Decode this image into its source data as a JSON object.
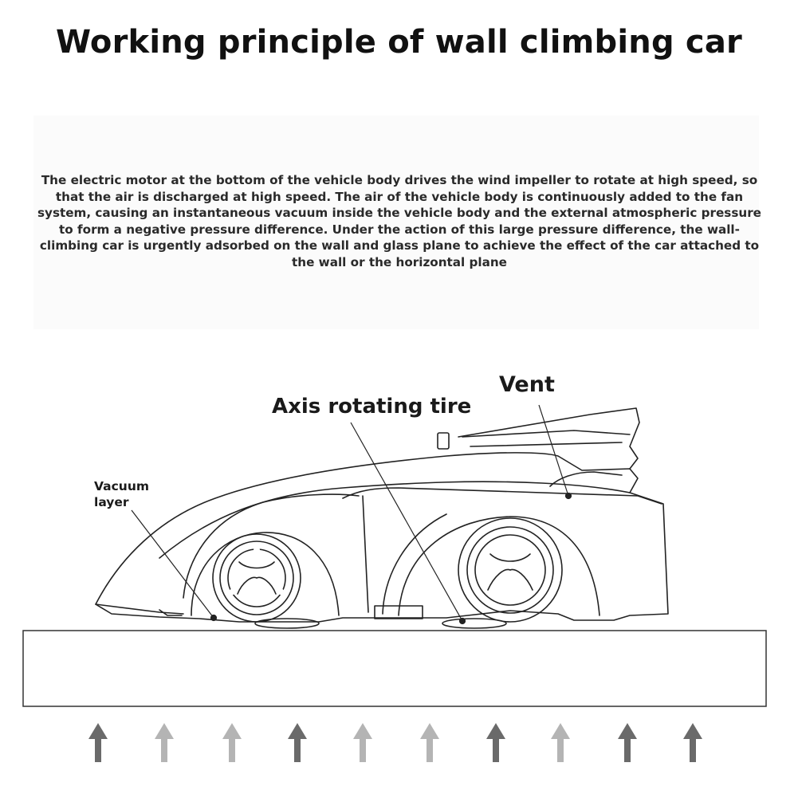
{
  "title": "Working principle of wall climbing car",
  "description": "The electric motor at the bottom of the vehicle body drives the wind impeller to rotate at high speed, so that the air is discharged at high speed. The air of the vehicle body is continuously added to the fan system, causing an instantaneous vacuum inside the vehicle body and the external atmospheric pressure to form a negative pressure difference. Under the action of this large pressure difference, the wall-climbing car is urgently adsorbed on the wall and glass plane to achieve the effect of the car attached to the wall or the horizontal plane",
  "labels": {
    "vent": "Vent",
    "axis_tire": "Axis rotating tire",
    "vacuum_layer": "Vacuum layer"
  },
  "arrows": {
    "count": 10,
    "shades": [
      "#6a6a6a",
      "#b4b4b4",
      "#b4b4b4",
      "#6a6a6a",
      "#b4b4b4",
      "#b4b4b4",
      "#6a6a6a",
      "#b4b4b4",
      "#6a6a6a",
      "#6a6a6a"
    ]
  },
  "colors": {
    "line": "#222222",
    "surface_border": "#333333"
  }
}
